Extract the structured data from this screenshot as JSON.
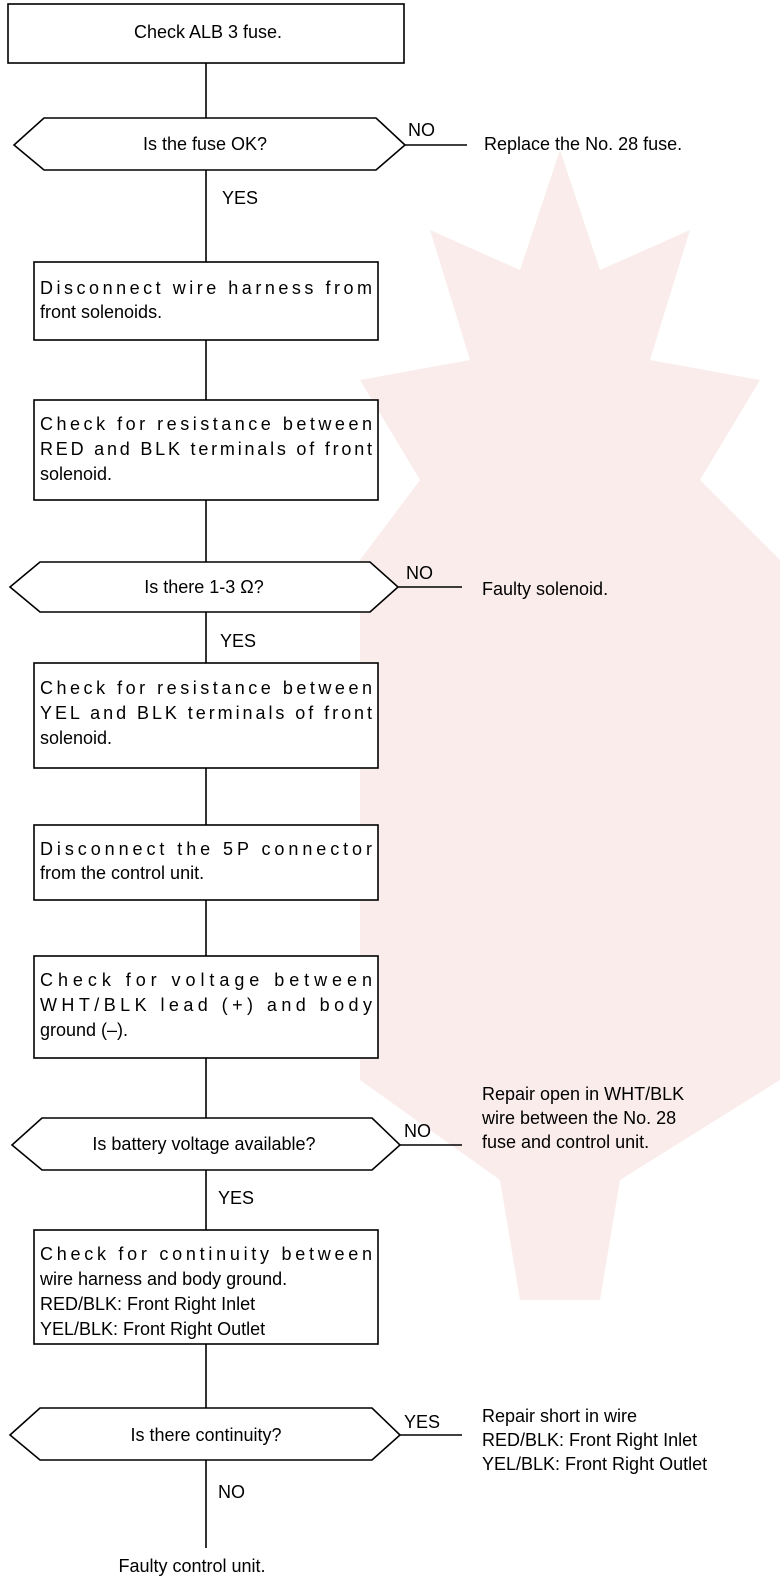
{
  "flowchart": {
    "step1": "Check ALB 3 fuse.",
    "decision1": "Is the fuse OK?",
    "decision1_no_label": "NO",
    "decision1_yes_label": "YES",
    "decision1_no_result": "Replace the No. 28 fuse.",
    "step2": [
      "Disconnect wire harness from",
      "front solenoids."
    ],
    "step3": [
      "Check for resistance between",
      "RED and BLK terminals of front",
      "solenoid."
    ],
    "decision2": "Is there 1-3 Ω?",
    "decision2_no_label": "NO",
    "decision2_yes_label": "YES",
    "decision2_no_result": "Faulty solenoid.",
    "step4": [
      "Check for resistance between",
      "YEL and BLK terminals of front",
      "solenoid."
    ],
    "step5": [
      "Disconnect the 5P connector",
      "from the control unit."
    ],
    "step6": [
      "Check for voltage between",
      "WHT/BLK lead (+) and body",
      "ground (–)."
    ],
    "decision3": "Is battery voltage available?",
    "decision3_no_label": "NO",
    "decision3_yes_label": "YES",
    "decision3_no_result": [
      "Repair open in WHT/BLK",
      "wire between the No. 28",
      "fuse and control unit."
    ],
    "step7": [
      "Check for continuity between",
      "wire harness and body ground.",
      "RED/BLK: Front Right Inlet",
      "YEL/BLK: Front Right Outlet"
    ],
    "decision4": "Is there continuity?",
    "decision4_yes_label": "YES",
    "decision4_no_label": "NO",
    "decision4_yes_result": [
      "Repair short in wire",
      "RED/BLK: Front Right Inlet",
      "YEL/BLK: Front Right Outlet"
    ],
    "final_result": "Faulty control unit."
  },
  "colors": {
    "ink": "#000000",
    "watermark": "#f6dcdc"
  }
}
